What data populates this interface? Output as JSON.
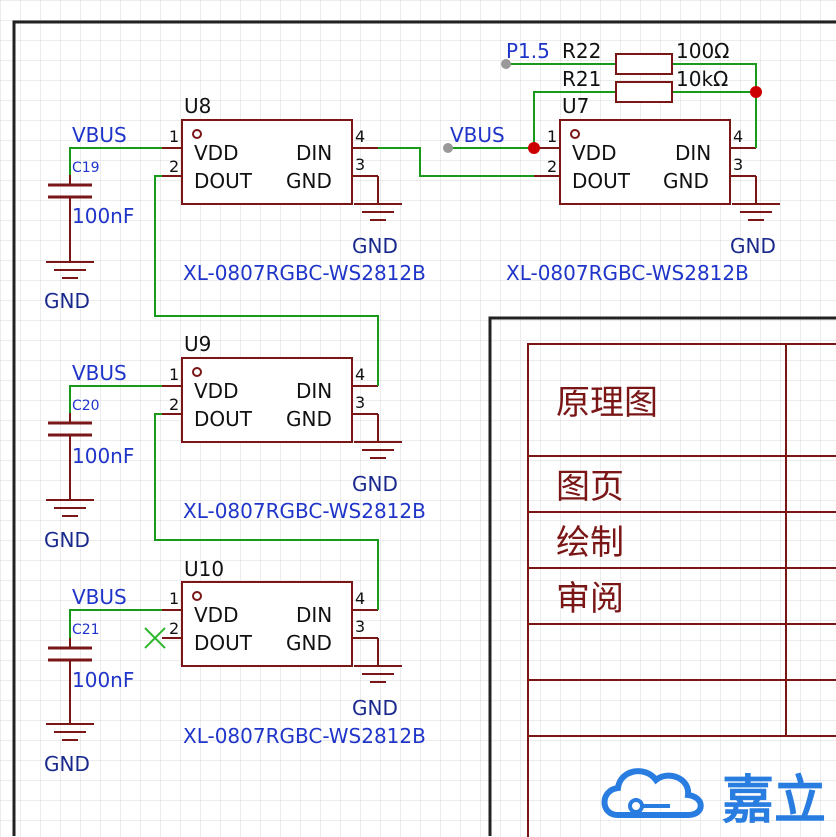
{
  "components": [
    {
      "ref": "U8",
      "part": "XL-0807RGBC-WS2812B",
      "pins": {
        "vdd": "VDD",
        "dout": "DOUT",
        "din": "DIN",
        "gnd": "GND",
        "p1": "1",
        "p2": "2",
        "p3": "3",
        "p4": "4"
      },
      "net_vdd": "VBUS",
      "net_gnd": "GND"
    },
    {
      "ref": "U7",
      "part": "XL-0807RGBC-WS2812B",
      "pins": {
        "vdd": "VDD",
        "dout": "DOUT",
        "din": "DIN",
        "gnd": "GND",
        "p1": "1",
        "p2": "2",
        "p3": "3",
        "p4": "4"
      },
      "net_vdd": "VBUS",
      "net_gnd": "GND"
    },
    {
      "ref": "U9",
      "part": "XL-0807RGBC-WS2812B",
      "pins": {
        "vdd": "VDD",
        "dout": "DOUT",
        "din": "DIN",
        "gnd": "GND",
        "p1": "1",
        "p2": "2",
        "p3": "3",
        "p4": "4"
      },
      "net_vdd": "VBUS",
      "net_gnd": "GND"
    },
    {
      "ref": "U10",
      "part": "XL-0807RGBC-WS2812B",
      "pins": {
        "vdd": "VDD",
        "dout": "DOUT",
        "din": "DIN",
        "gnd": "GND",
        "p1": "1",
        "p2": "2",
        "p3": "3",
        "p4": "4"
      },
      "net_vdd": "VBUS",
      "net_gnd": "GND"
    }
  ],
  "capacitors": [
    {
      "ref": "C19",
      "value": "100nF",
      "net_top": "VBUS",
      "net_bottom": "GND"
    },
    {
      "ref": "C20",
      "value": "100nF",
      "net_top": "VBUS",
      "net_bottom": "GND"
    },
    {
      "ref": "C21",
      "value": "100nF",
      "net_top": "VBUS",
      "net_bottom": "GND"
    }
  ],
  "resistors": [
    {
      "ref": "R22",
      "value": "100Ω"
    },
    {
      "ref": "R21",
      "value": "10kΩ"
    }
  ],
  "net_labels": {
    "p1_5": "P1.5",
    "vbus_u7": "VBUS"
  },
  "title_block": {
    "rows": [
      "原理图",
      "图页",
      "绘制",
      "审阅"
    ],
    "brand": "嘉立"
  },
  "colors": {
    "wire": "#1a9a1a",
    "component": "#7a1616",
    "net_label": "#1f35c9",
    "junction": "#cc0000",
    "grid": "#d9d9d9",
    "no_connect": "#2fb82f",
    "logo": "#2a7de0"
  }
}
